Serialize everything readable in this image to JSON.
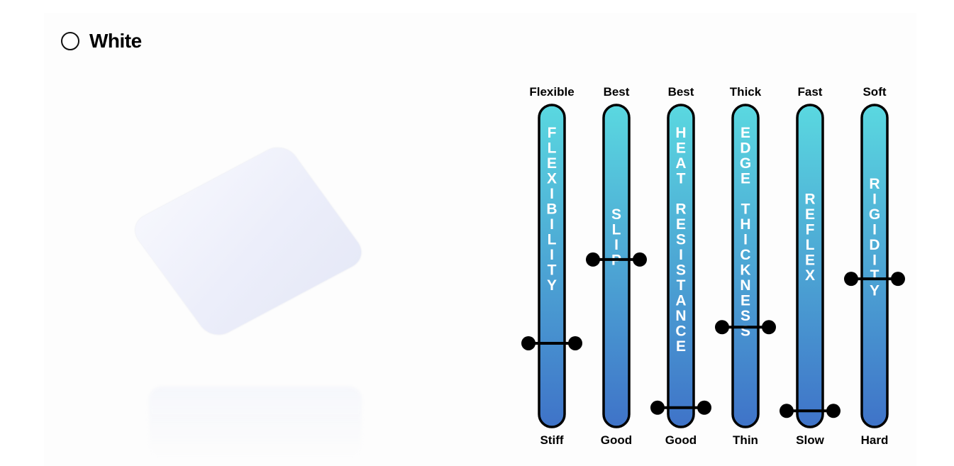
{
  "option": {
    "label": "White",
    "selected": false
  },
  "colors": {
    "bar_top": "#5ad8e0",
    "bar_bottom": "#3f73c8",
    "outline": "#000000",
    "bar_text": "#ffffff"
  },
  "scales": [
    {
      "top_label": "Flexible",
      "bottom_label": "Stiff",
      "name": "FLEXIBILITY",
      "level": 0.26
    },
    {
      "top_label": "Best",
      "bottom_label": "Good",
      "name": "SLIP",
      "level": 0.52
    },
    {
      "top_label": "Best",
      "bottom_label": "Good",
      "name": "HEAT RESISTANCE",
      "level": 0.06
    },
    {
      "top_label": "Thick",
      "bottom_label": "Thin",
      "name": "EDGE THICKNESS",
      "level": 0.31
    },
    {
      "top_label": "Fast",
      "bottom_label": "Slow",
      "name": "REFLEX",
      "level": 0.05
    },
    {
      "top_label": "Soft",
      "bottom_label": "Hard",
      "name": "RIGIDITY",
      "level": 0.46
    }
  ]
}
